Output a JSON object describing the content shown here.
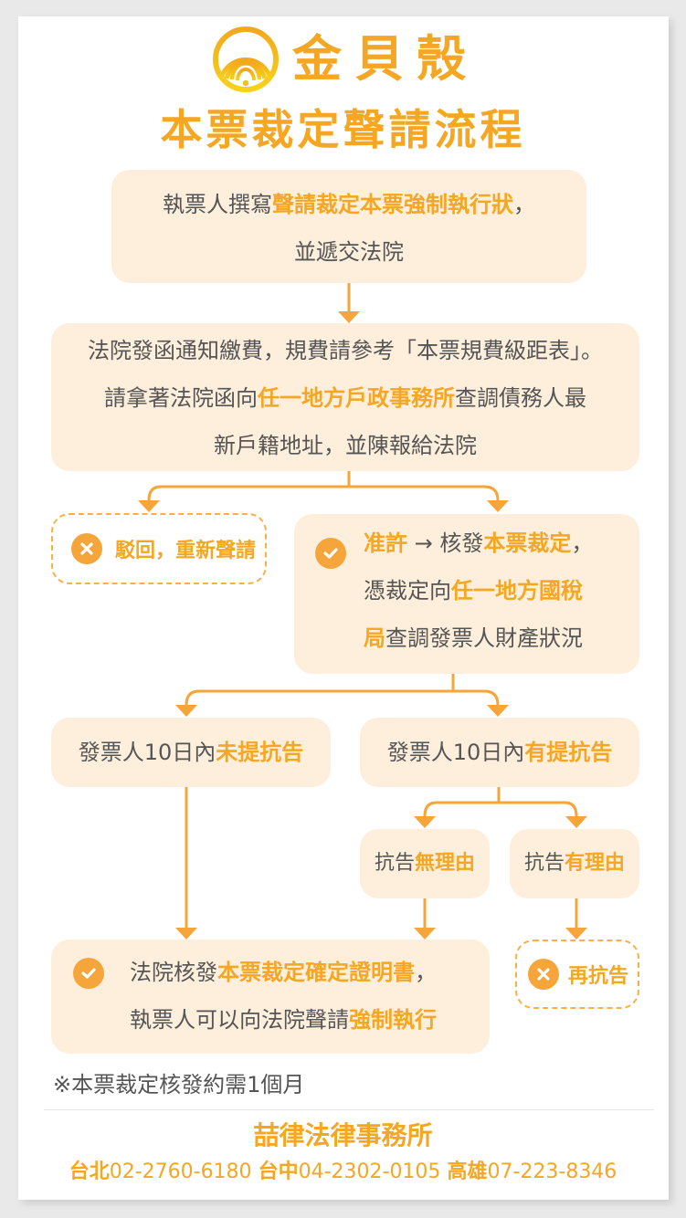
{
  "header": {
    "brand_name": "金貝殼",
    "title": "本票裁定聲請流程"
  },
  "colors": {
    "accent": "#f5a623",
    "box_fill": "#fdefdc",
    "text": "#555555",
    "page_bg": "#e9e9e9"
  },
  "flow": {
    "step1": {
      "line1_pre": "執票人撰寫",
      "line1_hl": "聲請裁定本票強制執行狀",
      "line1_post": "，",
      "line2": "並遞交法院"
    },
    "step2": {
      "line1": "法院發函通知繳費，規費請參考「本票規費級距表」。",
      "line2_pre": "請拿著法院函向",
      "line2_hl": "任一地方戶政事務所",
      "line2_post": "查調債務人最",
      "line3": "新戶籍地址，並陳報給法院"
    },
    "rejected": {
      "icon": "x-circle-icon",
      "label": "駁回，重新聲請"
    },
    "approved": {
      "icon": "check-circle-icon",
      "l1_hl1": "准許",
      "l1_arrow": " → 核發",
      "l1_hl2": "本票裁定",
      "l1_post": "，",
      "l2_pre": "憑裁定向",
      "l2_hl": "任一地方國稅",
      "l3_hl": "局",
      "l3_post": "查調發票人財產狀況"
    },
    "no_appeal": {
      "pre": "發票人10日內",
      "hl": "未提抗告"
    },
    "appeal": {
      "pre": "發票人10日內",
      "hl": "有提抗告"
    },
    "appeal_unfounded": {
      "pre": "抗告",
      "hl": "無理由"
    },
    "appeal_founded": {
      "pre": "抗告",
      "hl": "有理由"
    },
    "final": {
      "icon": "check-circle-icon",
      "l1_pre": "法院核發",
      "l1_hl": "本票裁定確定證明書",
      "l1_post": "，",
      "l2_pre": "執票人可以向法院聲請",
      "l2_hl": "強制執行"
    },
    "re_appeal": {
      "icon": "x-circle-icon",
      "label": "再抗告"
    }
  },
  "note": "※本票裁定核發約需1個月",
  "footer": {
    "firm_name": "喆律法律事務所",
    "contacts": [
      {
        "city": "台北",
        "phone": "02-2760-6180"
      },
      {
        "city": "台中",
        "phone": "04-2302-0105"
      },
      {
        "city": "高雄",
        "phone": "07-223-8346"
      }
    ]
  }
}
